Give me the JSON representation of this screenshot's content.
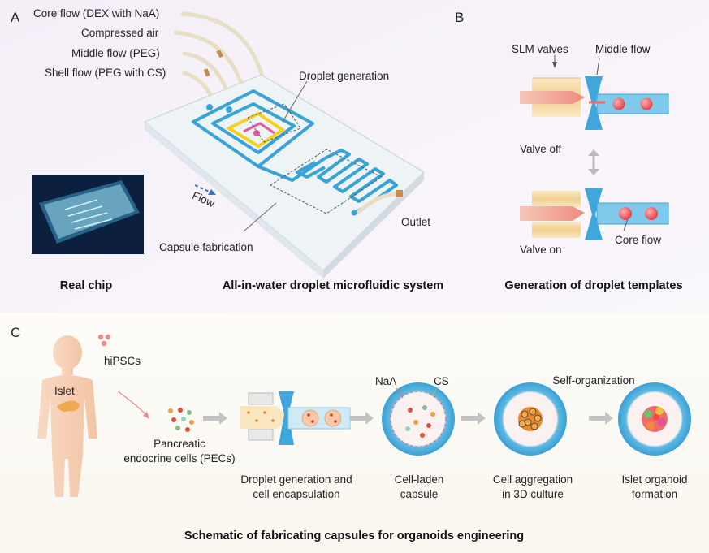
{
  "panels": {
    "a": "A",
    "b": "B",
    "c": "C"
  },
  "panel_a": {
    "inlets": [
      "Core flow (DEX with NaA)",
      "Compressed air",
      "Middle flow (PEG)",
      "Shell flow (PEG with CS)"
    ],
    "droplet_generation": "Droplet generation",
    "flow": "Flow",
    "outlet": "Outlet",
    "capsule_fabrication": "Capsule fabrication",
    "real_chip": "Real chip",
    "caption": "All-in-water droplet microfluidic system"
  },
  "panel_b": {
    "slm_valves": "SLM valves",
    "middle_flow": "Middle flow",
    "valve_off": "Valve off",
    "valve_on": "Valve on",
    "core_flow": "Core flow",
    "caption": "Generation of droplet templates"
  },
  "panel_c": {
    "hipscs": "hiPSCs",
    "islet": "Islet",
    "pecs_line1": "Pancreatic",
    "pecs_line2": "endocrine cells (PECs)",
    "step1_line1": "Droplet generation and",
    "step1_line2": "cell encapsulation",
    "naa": "NaA",
    "cs": "CS",
    "step2_line1": "Cell-laden",
    "step2_line2": "capsule",
    "self_organization": "Self-organization",
    "step3_line1": "Cell aggregation",
    "step3_line2": "in 3D culture",
    "step4_line1": "Islet organoid",
    "step4_line2": "formation",
    "caption": "Schematic of fabricating  capsules for organoids engineering"
  },
  "colors": {
    "channel": "#3aa6d6",
    "droplet": "#e8464b",
    "valve": "#f3d9a6",
    "body": "#f6cdb2",
    "shell": "#4fb2de",
    "arrow": "#bdbdbd"
  }
}
